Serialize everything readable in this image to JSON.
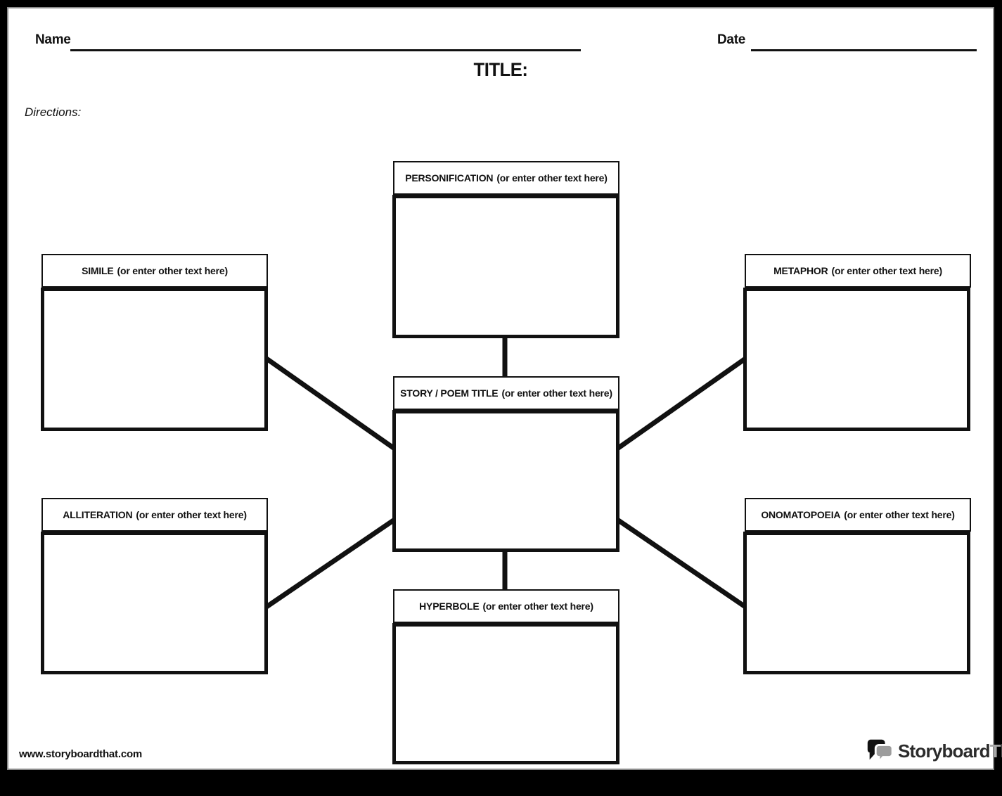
{
  "header": {
    "name_label": "Name",
    "date_label": "Date",
    "title_label": "TITLE:",
    "directions_label": "Directions:"
  },
  "diagram": {
    "center": {
      "term": "STORY / POEM TITLE",
      "hint": "(or enter other text here)"
    },
    "nodes": {
      "personification": {
        "term": "PERSONIFICATION",
        "hint": "(or enter other text here)"
      },
      "simile": {
        "term": "SIMILE",
        "hint": "(or enter other text here)"
      },
      "metaphor": {
        "term": "METAPHOR",
        "hint": "(or enter other text here)"
      },
      "alliteration": {
        "term": "ALLITERATION",
        "hint": "(or enter other text here)"
      },
      "onomatopoeia": {
        "term": "ONOMATOPOEIA",
        "hint": "(or enter other text here)"
      },
      "hyperbole": {
        "term": "HYPERBOLE",
        "hint": "(or enter other text here)"
      }
    }
  },
  "footer": {
    "website": "www.storyboardthat.com",
    "logo": {
      "primary": "Storyboard",
      "secondary": "That"
    }
  },
  "colors": {
    "frame": "#000000",
    "page": "#ffffff",
    "ink": "#111111",
    "page_edge": "#8c8c8c",
    "logo_secondary": "#a5a5a5"
  }
}
